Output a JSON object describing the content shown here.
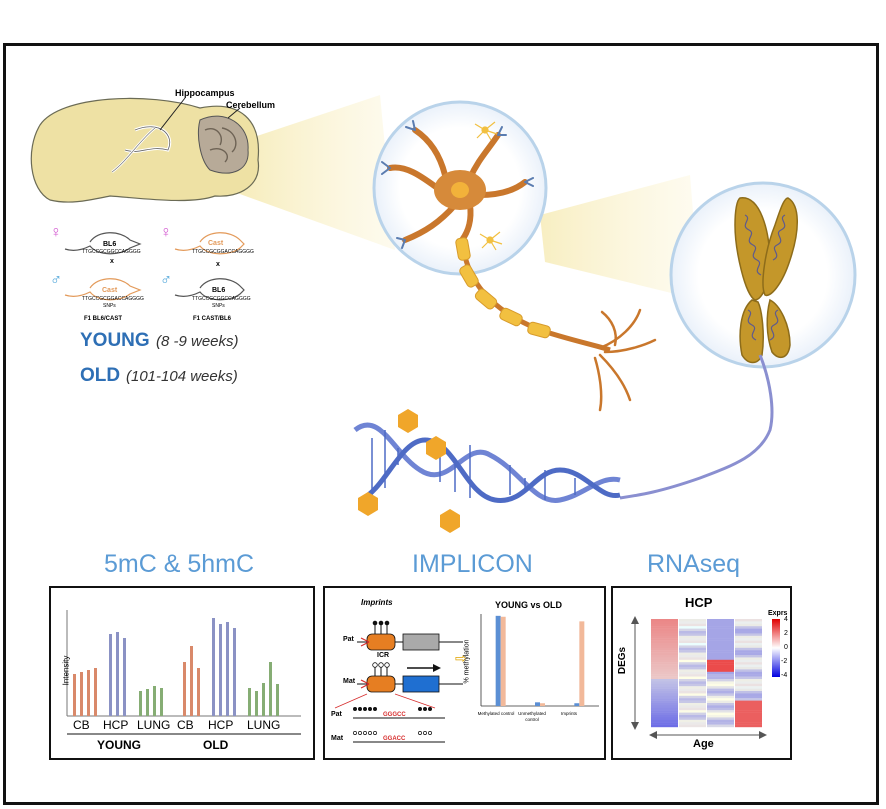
{
  "brain": {
    "hippocampus_label": "Hippocampus",
    "cerebellum_label": "Cerebellum"
  },
  "crosses": {
    "left_top_strain": "BL6",
    "left_bottom_strain": "Cast",
    "right_top_strain": "Cast",
    "right_bottom_strain": "BL6",
    "cross_symbol": "x",
    "seq_a": "TTGCCGCGGCCAGGGG",
    "seq_b": "TTGCCGCGGACCAGGGG",
    "snps": "SNPs",
    "left_f1": "F1 BL6/CAST",
    "right_f1": "F1 CAST/BL6",
    "female_symbol": "♀",
    "male_symbol": "♂"
  },
  "ages": {
    "young_label": "YOUNG",
    "young_range": "(8 -9 weeks)",
    "old_label": "OLD",
    "old_range": "(101-104 weeks)"
  },
  "sections": {
    "methylation_title": "5mC & 5hmC",
    "implicon_title": "IMPLICON",
    "rnaseq_title": "RNAseq"
  },
  "methylation_panel": {
    "ylabel": "Intensity",
    "group_labels": [
      "CB",
      "HCP",
      "LUNG",
      "CB",
      "HCP",
      "LUNG"
    ],
    "young_label": "YOUNG",
    "old_label": "OLD",
    "colors": {
      "cb": "#d9896a",
      "hcp": "#8b92c4",
      "lung": "#86ad74"
    }
  },
  "implicon_panel": {
    "imprints_label": "Imprints",
    "pat_label": "Pat",
    "mat_label": "Mat",
    "icr_label": "ICR",
    "pat_seq": "GGGCC",
    "mat_seq": "GGACC",
    "arrow_glyph": "⇨"
  },
  "chart_data": {
    "type": "bar",
    "title": "YOUNG vs OLD",
    "ylabel": "% methylation",
    "categories": [
      "Methylated control",
      "Unmethylated control",
      "Imprints"
    ],
    "series": [
      {
        "name": "",
        "color": "#5b8fd4",
        "values": [
          98,
          4,
          3
        ]
      },
      {
        "name": "",
        "color": "#f2b99a",
        "values": [
          97,
          3,
          92
        ]
      }
    ],
    "ylim": [
      0,
      100
    ],
    "grid": false
  },
  "rnaseq_panel": {
    "title": "HCP",
    "ylabel": "DEGs",
    "xlabel": "Age",
    "legend_title": "Exprs",
    "legend_ticks": [
      "4",
      "2",
      "0",
      "-2",
      "-4"
    ]
  }
}
